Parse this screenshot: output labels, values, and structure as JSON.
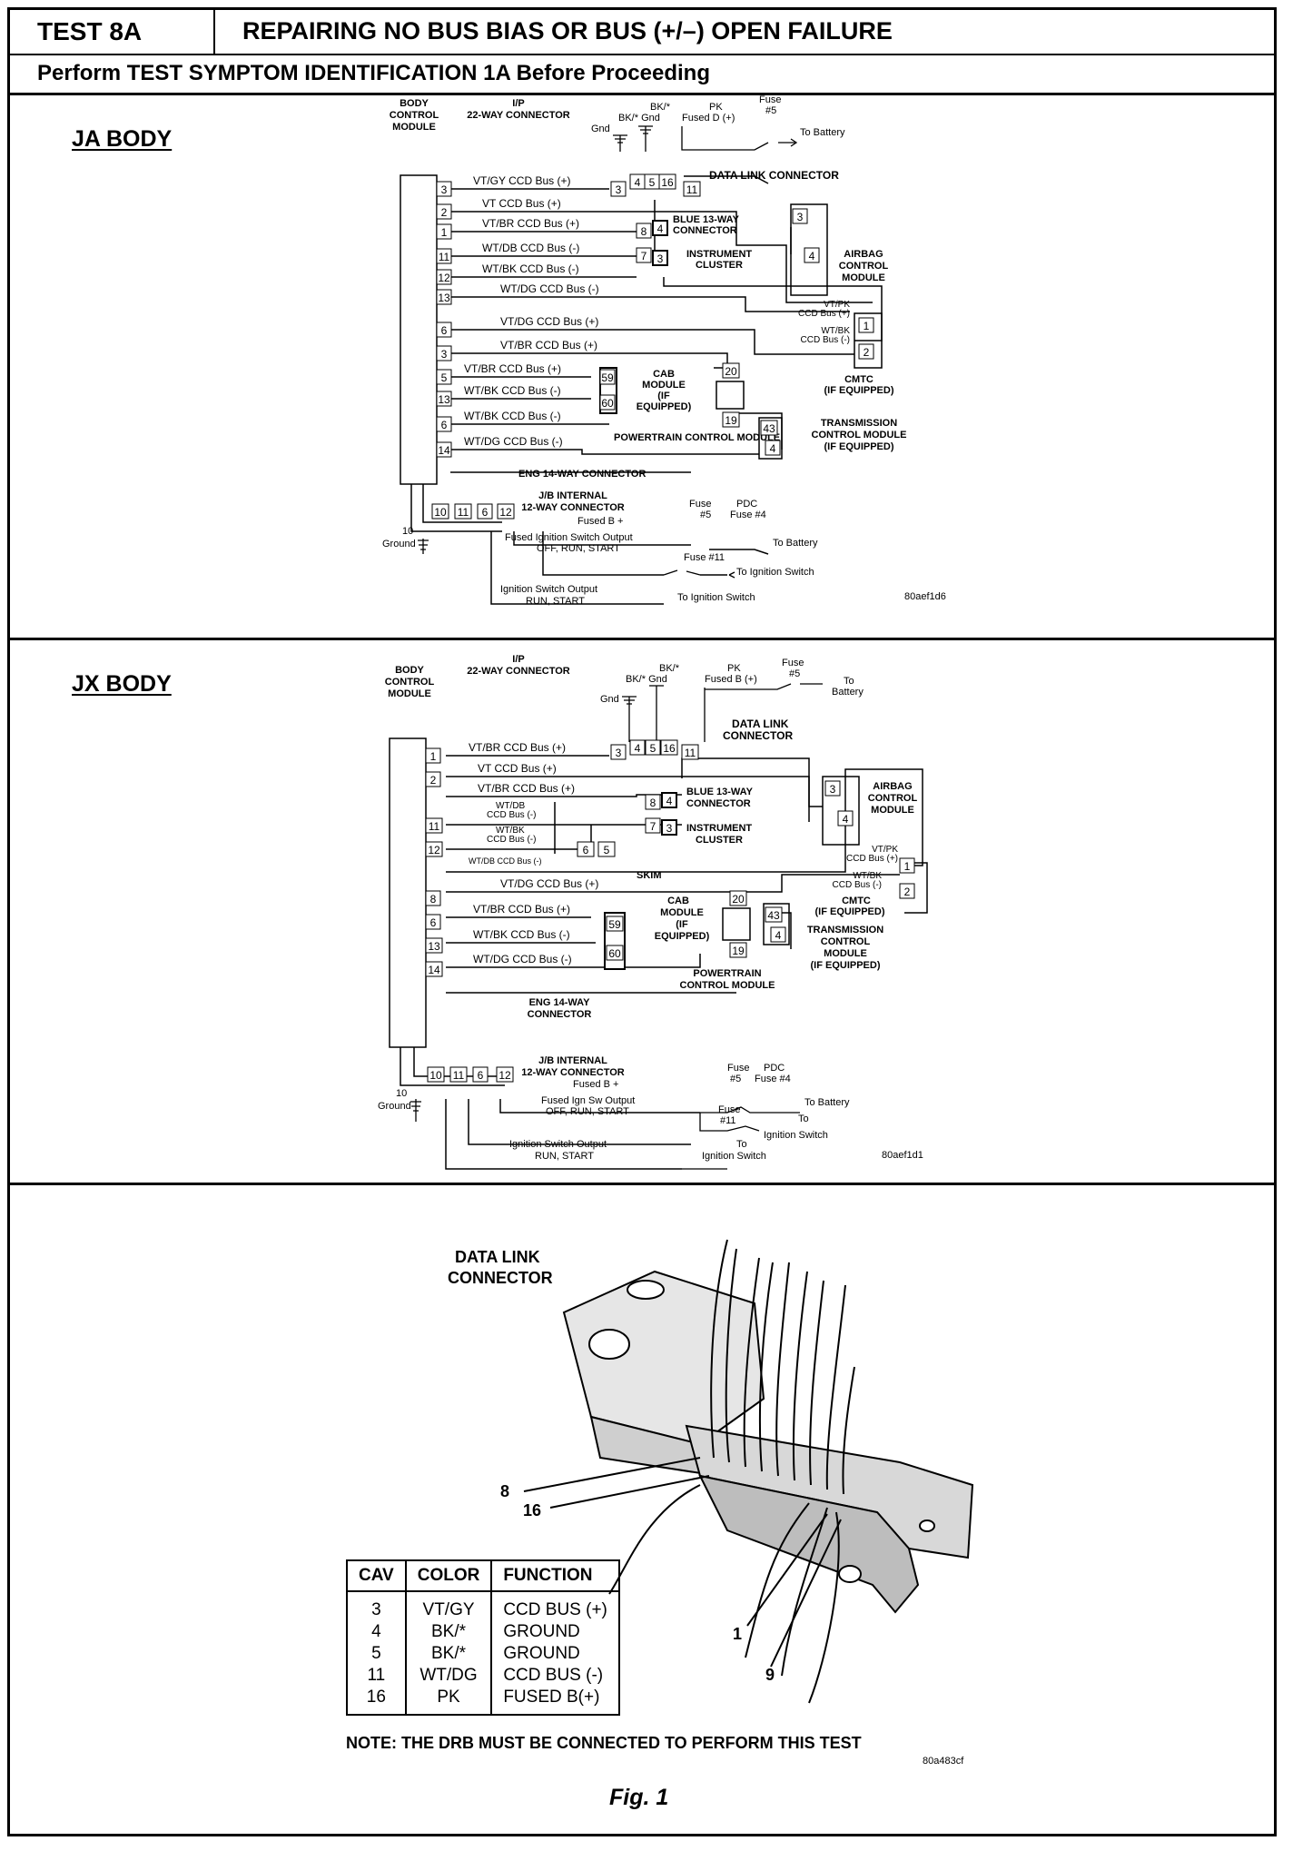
{
  "header": {
    "test_id": "TEST 8A",
    "title": "REPAIRING NO BUS BIAS OR BUS (+/–) OPEN FAILURE",
    "subtitle": "Perform TEST SYMPTOM IDENTIFICATION 1A Before Proceeding"
  },
  "ja": {
    "label": "JA BODY",
    "bcm": [
      "BODY",
      "CONTROL",
      "MODULE"
    ],
    "ip": [
      "I/P",
      "22-WAY CONNECTOR"
    ],
    "gnd": "Gnd",
    "bk1": "BK/*",
    "bk2": "BK/* Gnd",
    "pk": [
      "PK",
      "Fused D (+)"
    ],
    "fuse5": [
      "Fuse",
      "#5"
    ],
    "to_battery": "To Battery",
    "dlc": "DATA LINK CONNECTOR",
    "dlc_pins": [
      "3",
      "4",
      "5",
      "16",
      "11"
    ],
    "bcm_pins": [
      "3",
      "2",
      "1",
      "11",
      "12",
      "13",
      "6",
      "3",
      "5",
      "13",
      "6",
      "14"
    ],
    "wires": [
      "VT/GY  CCD Bus (+)",
      "VT  CCD Bus (+)",
      "VT/BR  CCD Bus (+)",
      "WT/DB  CCD Bus (-)",
      "WT/BK  CCD Bus (-)",
      "WT/DG  CCD Bus (-)",
      "VT/DG  CCD Bus (+)",
      "VT/BR  CCD Bus (+)",
      "VT/BR  CCD Bus (+)",
      "WT/BK  CCD Bus (-)",
      "WT/BK  CCD Bus (-)",
      "WT/DG  CCD Bus (-)"
    ],
    "blue": [
      "BLUE 13-WAY",
      "CONNECTOR"
    ],
    "blue_pins": [
      "8",
      "4",
      "7",
      "3"
    ],
    "cluster": [
      "INSTRUMENT",
      "CLUSTER"
    ],
    "airbag": [
      "AIRBAG",
      "CONTROL",
      "MODULE"
    ],
    "airbag_pins": [
      "3",
      "4"
    ],
    "cmtc_wires": [
      "VT/PK",
      "CCD Bus (+)",
      "WT/BK",
      "CCD Bus (-)"
    ],
    "cmtc": [
      "CMTC",
      "(IF EQUIPPED)"
    ],
    "cmtc_pins": [
      "1",
      "2"
    ],
    "cab": [
      "CAB",
      "MODULE",
      "(IF",
      "EQUIPPED)"
    ],
    "cab_pins": [
      "59",
      "60"
    ],
    "pcm_pins": [
      "20",
      "19"
    ],
    "pcm": "POWERTRAIN CONTROL MODULE",
    "tcm": [
      "TRANSMISSION",
      "CONTROL MODULE",
      "(IF EQUIPPED)"
    ],
    "tcm_pins": [
      "43",
      "4"
    ],
    "eng": "ENG 14-WAY CONNECTOR",
    "jb": [
      "J/B INTERNAL",
      "12-WAY CONNECTOR"
    ],
    "jb_pins": [
      "10",
      "11",
      "6",
      "12"
    ],
    "fused_b": "Fused B +",
    "fuse_pdc": [
      "Fuse",
      "#5",
      "PDC",
      "Fuse #4"
    ],
    "ign_sw_out": [
      "Fused Ignition Switch Output",
      "OFF, RUN, START"
    ],
    "fuse11": "Fuse #11",
    "to_ign": "To Ignition Switch",
    "ign_out": [
      "Ignition Switch Output",
      "RUN, START"
    ],
    "ground": [
      "10",
      "Ground"
    ],
    "ref": "80aef1d6"
  },
  "jx": {
    "label": "JX BODY",
    "bcm": [
      "BODY",
      "CONTROL",
      "MODULE"
    ],
    "ip": [
      "I/P",
      "22-WAY CONNECTOR"
    ],
    "gnd": "Gnd",
    "bk1": "BK/*",
    "bk2": "BK/* Gnd",
    "pk": [
      "PK",
      "Fused B (+)"
    ],
    "fuse5": [
      "Fuse",
      "#5"
    ],
    "to_battery": [
      "To",
      "Battery"
    ],
    "dlc": [
      "DATA LINK",
      "CONNECTOR"
    ],
    "dlc_pins": [
      "3",
      "4",
      "5",
      "16",
      "11"
    ],
    "bcm_pins": [
      "1",
      "2",
      "11",
      "12",
      "8",
      "6",
      "13",
      "14"
    ],
    "wires": [
      "VT/BR  CCD Bus (+)",
      "VT  CCD Bus (+)",
      "VT/BR  CCD Bus (+)",
      "WT/DB",
      "CCD Bus (-)",
      "WT/BK",
      "CCD Bus (-)",
      "WT/DB CCD Bus (-)",
      "VT/DG  CCD Bus (+)",
      "VT/BR  CCD Bus (+)",
      "WT/BK  CCD Bus (-)",
      "WT/DG  CCD Bus (-)"
    ],
    "blue": [
      "BLUE 13-WAY",
      "CONNECTOR"
    ],
    "blue_pins": [
      "8",
      "4",
      "7",
      "3"
    ],
    "cluster": [
      "INSTRUMENT",
      "CLUSTER"
    ],
    "skim": "SKIM",
    "skim_pins": [
      "6",
      "5"
    ],
    "airbag": [
      "AIRBAG",
      "CONTROL",
      "MODULE"
    ],
    "airbag_pins": [
      "3",
      "4"
    ],
    "cmtc_wires": [
      "VT/PK",
      "CCD Bus (+)",
      "WT/BK",
      "CCD Bus (-)"
    ],
    "cmtc": [
      "CMTC",
      "(IF EQUIPPED)"
    ],
    "cmtc_pins": [
      "1",
      "2"
    ],
    "cab": [
      "CAB",
      "MODULE",
      "(IF",
      "EQUIPPED)"
    ],
    "cab_pins": [
      "59",
      "60"
    ],
    "pcm_pins": [
      "20",
      "19"
    ],
    "pcm": [
      "POWERTRAIN",
      "CONTROL MODULE"
    ],
    "tcm": [
      "TRANSMISSION",
      "CONTROL",
      "MODULE",
      "(IF EQUIPPED)"
    ],
    "tcm_pins": [
      "43",
      "4"
    ],
    "eng": [
      "ENG 14-WAY",
      "CONNECTOR"
    ],
    "jb": [
      "J/B INTERNAL",
      "12-WAY CONNECTOR"
    ],
    "jb_pins": [
      "10",
      "11",
      "6",
      "12"
    ],
    "fused_b": "Fused B +",
    "fuse_pdc": [
      "Fuse",
      "#5",
      "PDC",
      "Fuse #4"
    ],
    "to_battery2": "To Battery",
    "ign_sw_out": [
      "Fused Ign Sw Output",
      "OFF, RUN, START"
    ],
    "fuse11": [
      "Fuse",
      "#11"
    ],
    "to_ign": [
      "To",
      "Ignition Switch"
    ],
    "ign_out": [
      "Ignition Switch Output",
      "RUN, START"
    ],
    "to_ign2": [
      "To",
      "Ignition Switch"
    ],
    "ground": [
      "10",
      "Ground"
    ],
    "ref": "80aef1d1"
  },
  "figure": {
    "dlc_label": [
      "DATA LINK",
      "CONNECTOR"
    ],
    "callouts": [
      "8",
      "16",
      "1",
      "9"
    ],
    "table": {
      "headers": [
        "CAV",
        "COLOR",
        "FUNCTION"
      ],
      "rows": [
        [
          "3",
          "VT/GY",
          "CCD BUS (+)"
        ],
        [
          "4",
          "BK/*",
          "GROUND"
        ],
        [
          "5",
          "BK/*",
          "GROUND"
        ],
        [
          "11",
          "WT/DG",
          "CCD BUS (-)"
        ],
        [
          "16",
          "PK",
          "FUSED B(+)"
        ]
      ]
    },
    "note": "NOTE:  THE DRB MUST BE CONNECTED TO PERFORM THIS TEST",
    "ref": "80a483cf",
    "caption": "Fig. 1"
  }
}
